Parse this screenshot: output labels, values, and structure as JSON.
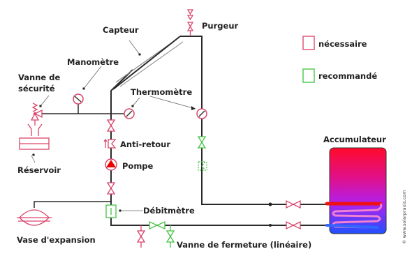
{
  "diagram": {
    "labels": {
      "capteur": "Capteur",
      "purgeur": "Purgeur",
      "manometre": "Manomètre",
      "vanne_securite_1": "Vanne de",
      "vanne_securite_2": "sécurité",
      "thermometre": "Thermomètre",
      "anti_retour": "Anti-retour",
      "pompe": "Pompe",
      "reservoir": "Réservoir",
      "debitmetre": "Débitmètre",
      "vase_expansion": "Vase d'expansion",
      "vanne_fermeture": "Vanne de fermeture (linéaire)",
      "accumulateur": "Accumulateur"
    },
    "legend": [
      {
        "label": "nécessaire",
        "color": "#e05a78"
      },
      {
        "label": "recommandé",
        "color": "#55cc55"
      }
    ],
    "copyright": "© www.solarpraxis.com",
    "colors": {
      "pipe": "#222222",
      "necessary": "#d9466a",
      "recommended": "#44c444",
      "tank_top": "#ff0a28",
      "tank_mid": "#cc22dd",
      "tank_bottom": "#2255ff"
    }
  }
}
